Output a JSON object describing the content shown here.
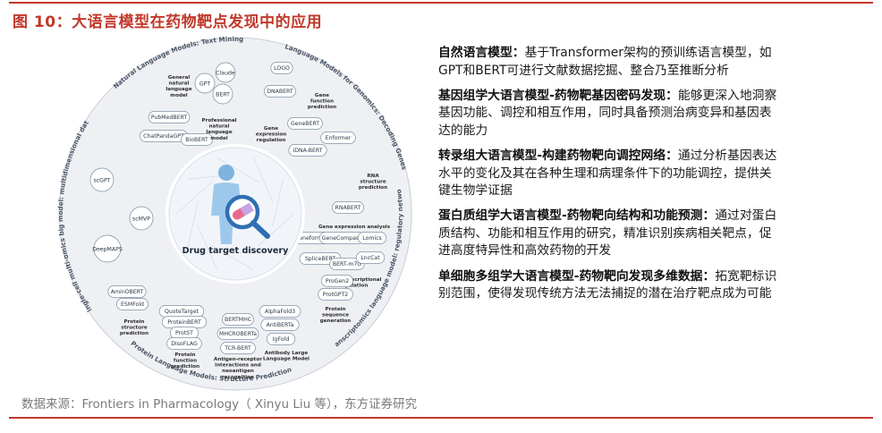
{
  "figure": {
    "title": "图 10：大语言模型在药物靶点发现中的应用",
    "source": "数据来源：Frontiers in Pharmacology（ Xinyu Liu 等），东方证券研究"
  },
  "diagram": {
    "center_label": "Drug target discovery",
    "sectors": [
      {
        "ring_label": "Natural Language Models: Text Mining",
        "color": "#a8cff0",
        "items": [
          "GPT",
          "Claude",
          "BERT",
          "PubMedBERT",
          "ChatPandaGPT",
          "BioBERT"
        ],
        "notes": [
          "General natural language model",
          "Professional natural language model"
        ]
      },
      {
        "ring_label": "Language Models for Genomics: Decoding Genes",
        "color": "#a6e0d6",
        "items": [
          "LOGO",
          "DNABERT",
          "GeneBERT",
          "Enformer",
          "iDNA-BERT"
        ],
        "notes": [
          "Gene function prediction",
          "Gene expression regulation"
        ]
      },
      {
        "ring_label": "Transcriptomics language model: regulatory network",
        "color": "#c5e3ad",
        "items": [
          "RNABERT",
          "Geneformer",
          "GeneCompass",
          "Lomics",
          "SpliceBERT",
          "BERT-m7G",
          "LncCat"
        ],
        "notes": [
          "RNA structure prediction",
          "Gene expression analysis",
          "Post-transcriptional regulation"
        ]
      },
      {
        "ring_label": "Protein Language Models: Structure Prediction",
        "color": "#e4d2ef",
        "items": [
          "AminOBERT",
          "ESMFold",
          "QuoteTarget",
          "ProteinBERT",
          "ProtST",
          "DisoFLAG",
          "BERTMHC",
          "MHCROBERTa",
          "TCR-BERT",
          "AlphaFold3",
          "AntiBERTa",
          "IgFold",
          "ProGen2",
          "ProtGPT2"
        ],
        "notes": [
          "Protein structure prediction",
          "Protein function prediction",
          "Antigen-receptor interactions and neoantigen recognition",
          "Antibody Large Language Model",
          "Protein sequence generation"
        ]
      },
      {
        "ring_label": "Single-cell multi-omics big model: multidimensional data",
        "color": "#faeaa8",
        "items": [
          "scGPT",
          "scMVP",
          "DeepMAPS"
        ],
        "notes": []
      }
    ]
  },
  "paragraphs": [
    {
      "title": "自然语言模型：",
      "body": "基于Transformer架构的预训练语言模型，如GPT和BERT可进行文献数据挖掘、整合乃至推断分析"
    },
    {
      "title": "基因组学大语言模型-药物靶基因密码发现：",
      "body": "能够更深入地洞察基因功能、调控和相互作用，同时具备预测治病变异和基因表达的能力"
    },
    {
      "title": "转录组大语言模型-构建药物靶向调控网络：",
      "body": "通过分析基因表达水平的变化及其在各种生理和病理条件下的功能调控，提供关键生物学证据"
    },
    {
      "title": "蛋白质组学大语言模型-药物靶向结构和功能预测：",
      "body": "通过对蛋白质结构、功能和相互作用的研究，精准识别疾病相关靶点，促进高度特异性和高效药物的开发"
    },
    {
      "title": "单细胞多组学大语言模型-药物靶向发现多维数据：",
      "body": "拓宽靶标识别范围，使得发现传统方法无法捕捉的潜在治疗靶点成为可能"
    }
  ]
}
